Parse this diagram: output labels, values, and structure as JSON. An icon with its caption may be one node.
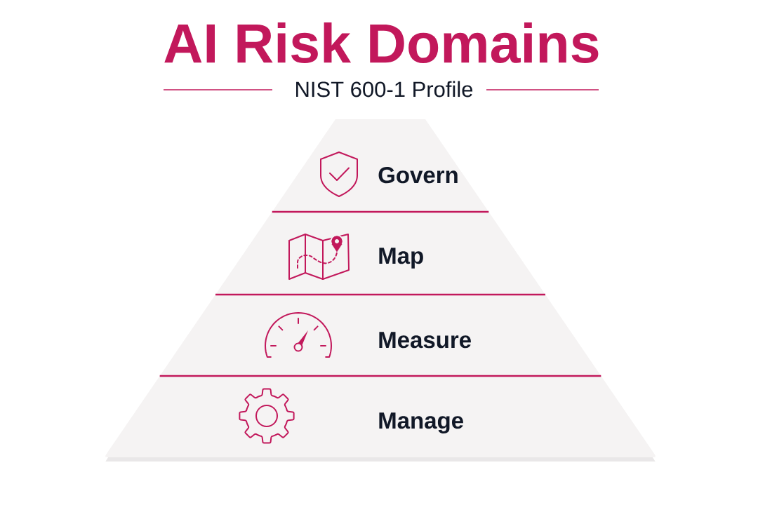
{
  "diagram": {
    "title": "AI Risk Domains",
    "nodes": [
      {
        "text": [
          "Govern"
        ]
      },
      {
        "text": [
          "Map"
        ]
      },
      {
        "text": [
          "Measure"
        ]
      },
      {
        "text": [
          "Manage"
        ]
      }
    ],
    "labels": [
      "NIST 600-1 Profile"
    ]
  }
}
